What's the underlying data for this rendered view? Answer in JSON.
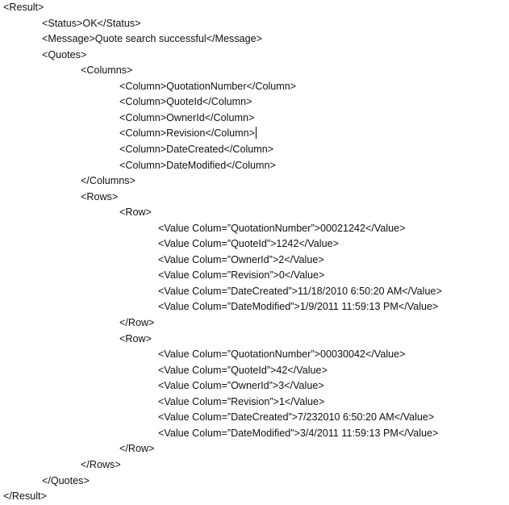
{
  "document": {
    "lines": [
      {
        "level": 0,
        "text": "<Result>"
      },
      {
        "level": 1,
        "text": "<Status>OK</Status>"
      },
      {
        "level": 1,
        "text": "<Message>Quote search successful</Message>"
      },
      {
        "level": 1,
        "text": "<Quotes>"
      },
      {
        "level": 2,
        "text": "<Columns>"
      },
      {
        "level": 3,
        "text": "<Column>QuotationNumber</Column>"
      },
      {
        "level": 3,
        "text": "<Column>QuoteId</Column>"
      },
      {
        "level": 3,
        "text": "<Column>OwnerId</Column>"
      },
      {
        "level": 3,
        "text": "<Column>Revision</Column>",
        "caret": true
      },
      {
        "level": 3,
        "text": "<Column>DateCreated</Column>"
      },
      {
        "level": 3,
        "text": "<Column>DateModified</Column>"
      },
      {
        "level": 2,
        "text": "</Columns>"
      },
      {
        "level": 2,
        "text": "<Rows>"
      },
      {
        "level": 3,
        "text": "<Row>"
      },
      {
        "level": 4,
        "text": "<Value Colum=”QuotationNumber”>00021242</Value>"
      },
      {
        "level": 4,
        "text": "<Value Colum=”QuoteId”>1242</Value>"
      },
      {
        "level": 4,
        "text": "<Value Colum=”OwnerId”>2</Value>"
      },
      {
        "level": 4,
        "text": "<Value Colum=”Revision”>0</Value>"
      },
      {
        "level": 4,
        "text": "<Value Colum=”DateCreated”>11/18/2010 6:50:20 AM</Value>"
      },
      {
        "level": 4,
        "text": "<Value Colum=”DateModified”>1/9/2011 11:59:13 PM</Value>"
      },
      {
        "level": 3,
        "text": "</Row>"
      },
      {
        "level": 3,
        "text": "<Row>"
      },
      {
        "level": 4,
        "text": "<Value Colum=”QuotationNumber”>00030042</Value>"
      },
      {
        "level": 4,
        "text": "<Value Colum=”QuoteId”>42</Value>"
      },
      {
        "level": 4,
        "text": "<Value Colum=”OwnerId”>3</Value>"
      },
      {
        "level": 4,
        "text": "<Value Colum=”Revision”>1</Value>"
      },
      {
        "level": 4,
        "text": "<Value Colum=”DateCreated”>7/232010 6:50:20 AM</Value>"
      },
      {
        "level": 4,
        "text": "<Value Colum=”DateModified”>3/4/2011 11:59:13 PM</Value>"
      },
      {
        "level": 3,
        "text": "</Row>"
      },
      {
        "level": 2,
        "text": "</Rows>"
      },
      {
        "level": 1,
        "text": "</Quotes>"
      },
      {
        "level": 0,
        "text": "</Result>"
      }
    ]
  }
}
